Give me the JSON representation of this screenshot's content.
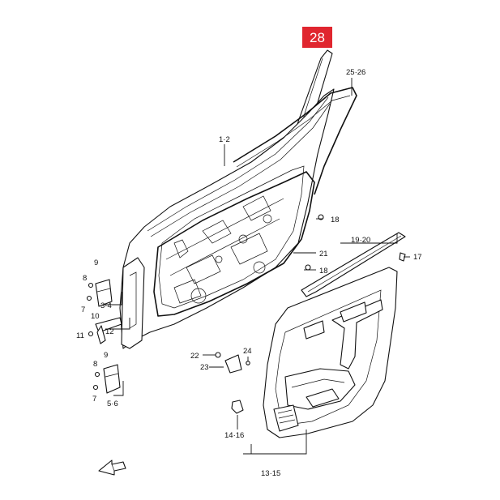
{
  "page_badge": {
    "label": "28",
    "color": "#e0262f",
    "text_color": "#ffffff"
  },
  "callouts": {
    "c_25_26": "25·26",
    "c_1_2": "1·2",
    "c_18a": "18",
    "c_19_20": "19·20",
    "c_17": "17",
    "c_21": "21",
    "c_18b": "18",
    "c_9a": "9",
    "c_8a": "8",
    "c_3_4": "3·4",
    "c_7a": "7",
    "c_10": "10",
    "c_11": "11",
    "c_12": "12",
    "c_9b": "9",
    "c_8b": "8",
    "c_7b": "7",
    "c_5_6": "5·6",
    "c_22": "22",
    "c_24": "24",
    "c_23": "23",
    "c_14_16": "14·16",
    "c_13_15": "13·15"
  },
  "icons": {
    "front_arrow": "front-arrow-icon"
  }
}
